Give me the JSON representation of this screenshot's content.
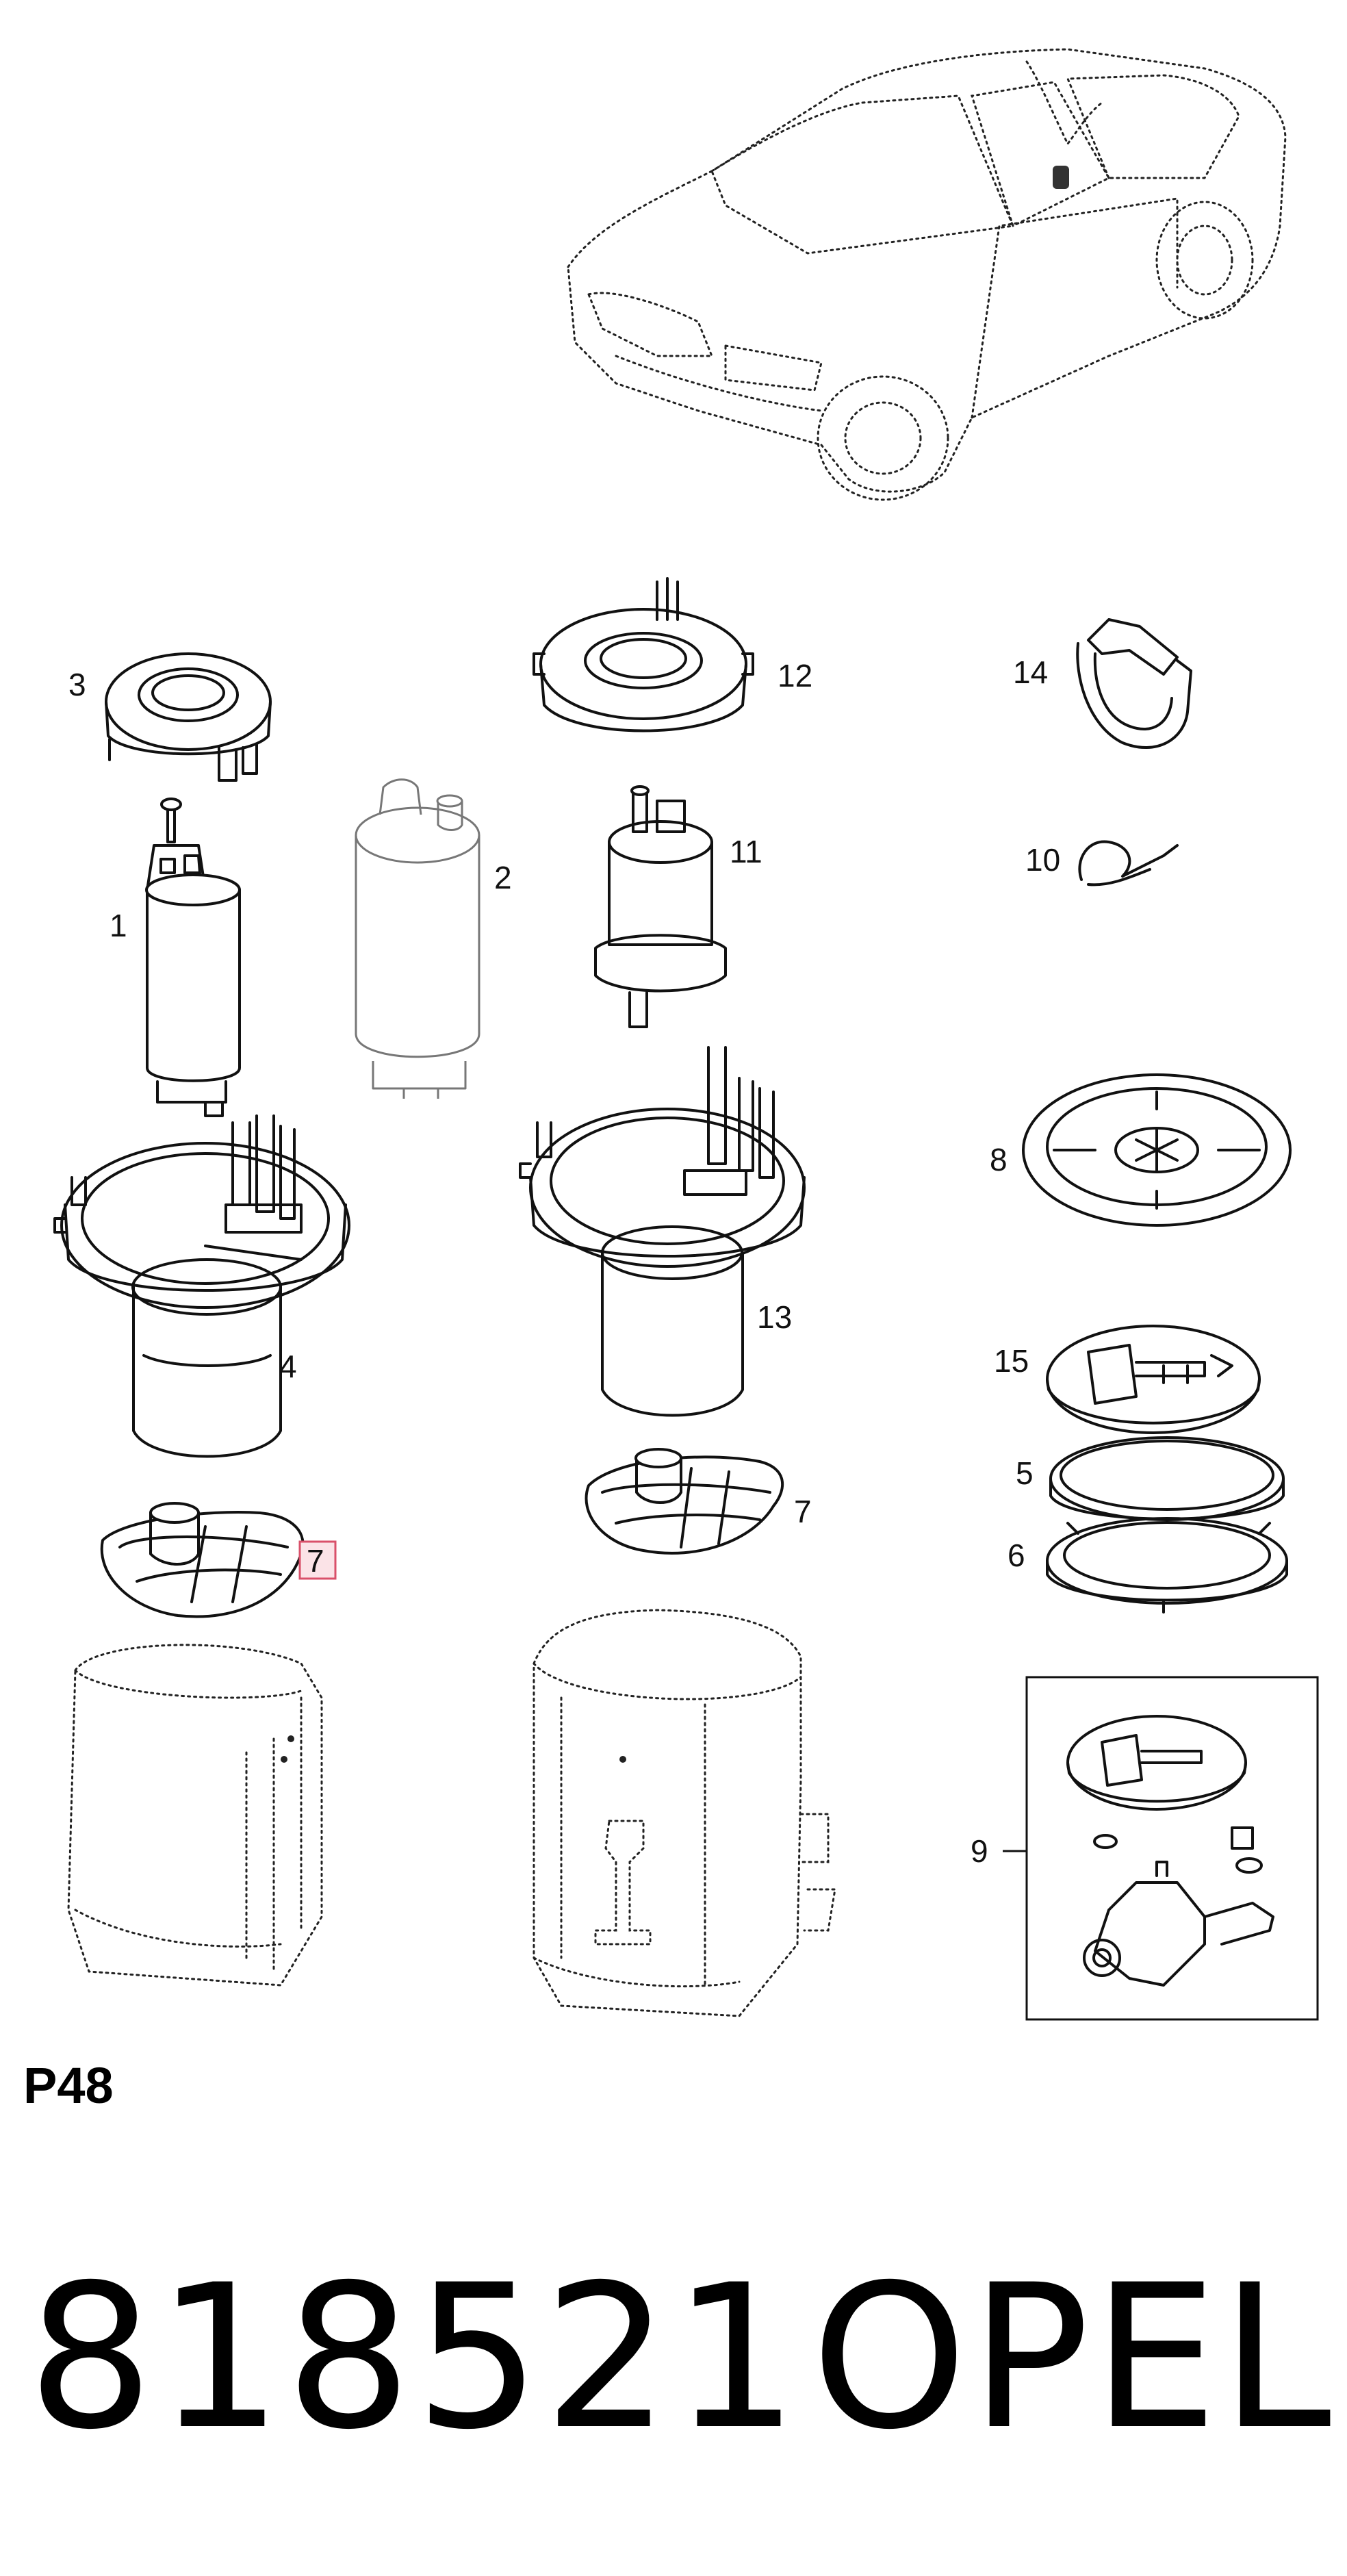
{
  "labels": {
    "l1": "1",
    "l2": "2",
    "l3": "3",
    "l4": "4",
    "l5": "5",
    "l6": "6",
    "l7a": "7",
    "l7b": "7",
    "l8": "8",
    "l9": "9",
    "l10": "10",
    "l11": "11",
    "l12": "12",
    "l13": "13",
    "l14": "14",
    "l15": "15"
  },
  "footer": {
    "page_code": "P48",
    "part_number": "818521",
    "brand": "OPEL"
  },
  "colors": {
    "highlight_fill": "#fbe3e7",
    "highlight_stroke": "#d9506a",
    "line": "#111111"
  }
}
